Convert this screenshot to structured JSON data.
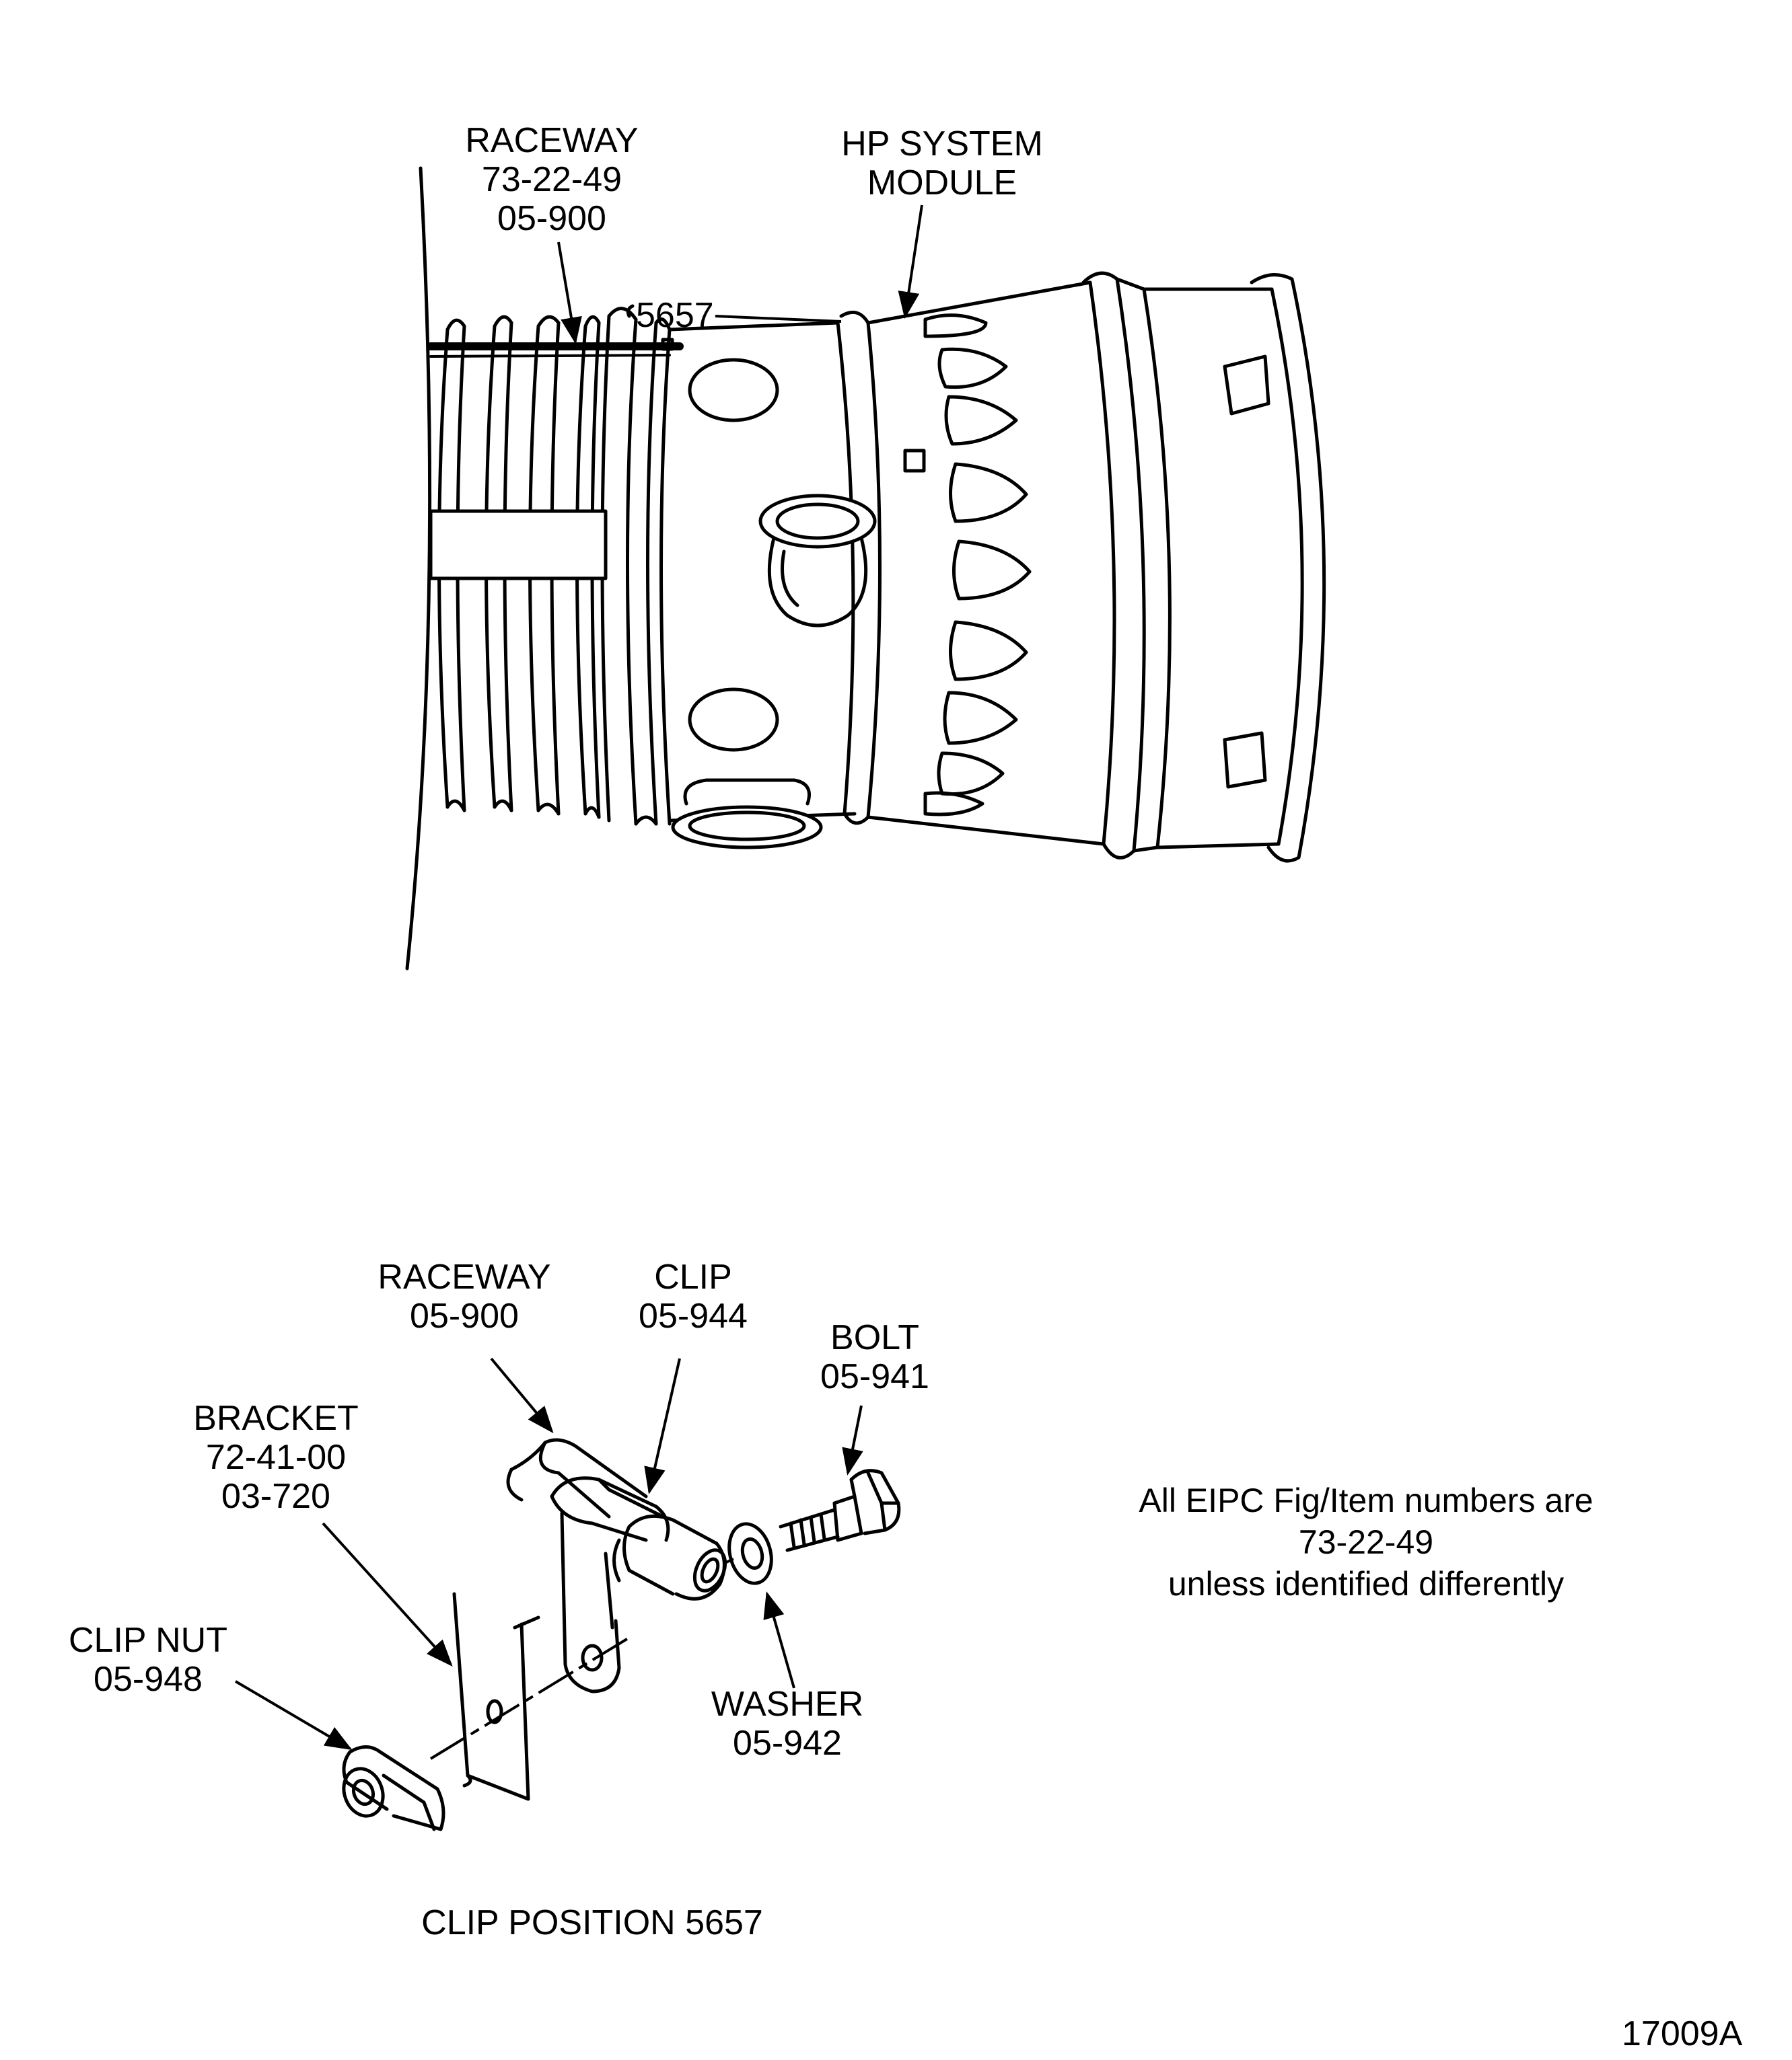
{
  "top_view": {
    "raceway": {
      "name": "RACEWAY",
      "ref1": "73-22-49",
      "ref2": "05-900"
    },
    "hp_module": {
      "line1": "HP SYSTEM",
      "line2": "MODULE"
    },
    "clip_position": "5657"
  },
  "detail_view": {
    "raceway": {
      "name": "RACEWAY",
      "ref": "05-900"
    },
    "clip": {
      "name": "CLIP",
      "ref": "05-944"
    },
    "bolt": {
      "name": "BOLT",
      "ref": "05-941"
    },
    "bracket": {
      "name": "BRACKET",
      "ref1": "72-41-00",
      "ref2": "03-720"
    },
    "clip_nut": {
      "name": "CLIP NUT",
      "ref": "05-948"
    },
    "washer": {
      "name": "WASHER",
      "ref": "05-942"
    },
    "caption": "CLIP POSITION 5657"
  },
  "note": {
    "line1": "All EIPC Fig/Item numbers are",
    "line2": "73-22-49",
    "line3": "unless identified differently"
  },
  "figure_id": "17009A"
}
